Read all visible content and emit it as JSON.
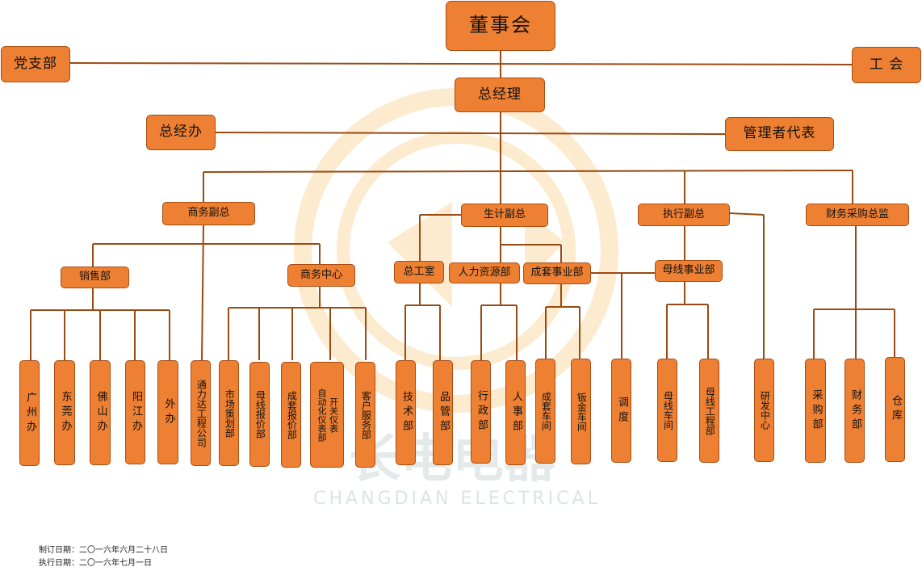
{
  "board": "董事会",
  "party": "党支部",
  "union": "工  会",
  "gm": "总经理",
  "gm_office": "总经办",
  "mgmt_rep": "管理者代表",
  "business_vp": "商务副总",
  "production_vp": "生计副总",
  "exec_vp": "执行副总",
  "finance_director": "财务采购总监",
  "sales_dept": "销售部",
  "business_center": "商务中心",
  "general_office": "总工室",
  "hr_dept": "人力资源部",
  "complete_set_division": "成套事业部",
  "busbar_division": "母线事业部",
  "units": {
    "guangzhou": "广州办",
    "dongguan": "东莞办",
    "foshan": "佛山办",
    "yangjiang": "阳江办",
    "outside": "外办",
    "tonglida": "通力达工程公司",
    "market_planning": "市场策划部",
    "busbar_quote": "母线报价部",
    "complete_quote": "成套报价部",
    "switch_col1": "开关仪表",
    "switch_col2": "自动化仪表部",
    "customer_service": "客户服务部",
    "technology": "技术部",
    "quality": "品管部",
    "admin": "行政部",
    "personnel": "人事部",
    "complete_workshop": "成套车间",
    "sheetmetal_workshop": "钣金车间",
    "dispatch": "调度",
    "busbar_workshop": "母线车间",
    "busbar_engineering": "母线工程部",
    "rd_center": "研发中心",
    "purchasing": "采购部",
    "finance": "财务部",
    "warehouse": "仓库"
  },
  "watermark": {
    "cn": "长电电器",
    "en": "CHANGDIAN ELECTRICAL"
  },
  "footer": {
    "made_date": "制订日期：二〇一六年六月二十八日",
    "exec_date": "执行日期：二〇一六年七月一日"
  },
  "colors": {
    "box_fill": "#ee8033",
    "box_border": "#a84d12",
    "line": "#9a4a12"
  }
}
